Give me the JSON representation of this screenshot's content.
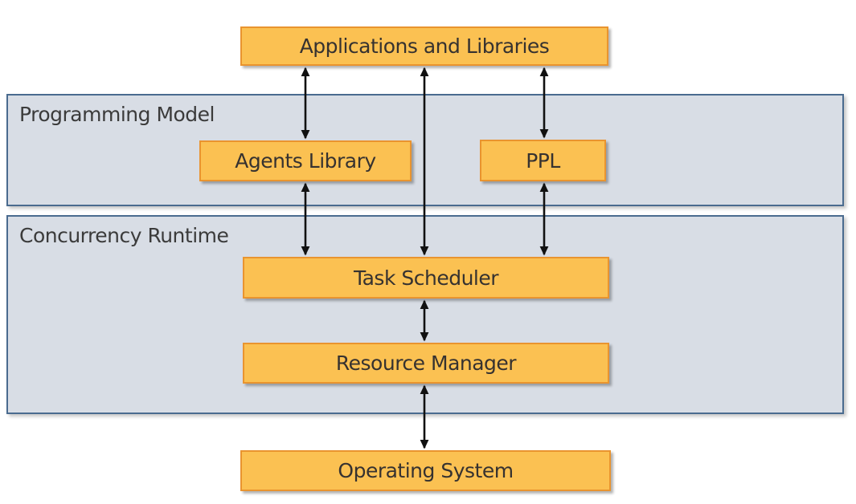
{
  "diagram": {
    "containers": {
      "programming_model": {
        "label": "Programming Model"
      },
      "concurrency_runtime": {
        "label": "Concurrency Runtime"
      }
    },
    "nodes": {
      "applications": {
        "label": "Applications and Libraries"
      },
      "agents_library": {
        "label": "Agents Library"
      },
      "ppl": {
        "label": "PPL"
      },
      "task_scheduler": {
        "label": "Task Scheduler"
      },
      "resource_manager": {
        "label": "Resource Manager"
      },
      "operating_system": {
        "label": "Operating System"
      }
    },
    "edges": [
      {
        "from": "applications",
        "to": "agents_library",
        "bidirectional": true
      },
      {
        "from": "applications",
        "to": "task_scheduler",
        "bidirectional": true
      },
      {
        "from": "applications",
        "to": "ppl",
        "bidirectional": true
      },
      {
        "from": "agents_library",
        "to": "task_scheduler",
        "bidirectional": true
      },
      {
        "from": "ppl",
        "to": "task_scheduler",
        "bidirectional": true
      },
      {
        "from": "task_scheduler",
        "to": "resource_manager",
        "bidirectional": true
      },
      {
        "from": "resource_manager",
        "to": "operating_system",
        "bidirectional": true
      }
    ],
    "colors": {
      "node_fill": "#FBC152",
      "node_border": "#E9942F",
      "container_fill": "#D8DDE5",
      "container_border": "#4A6B8F",
      "arrow": "#111111",
      "label_text": "#3B3B3B",
      "node_text": "#363230",
      "bg": "#FFFFFF"
    }
  }
}
